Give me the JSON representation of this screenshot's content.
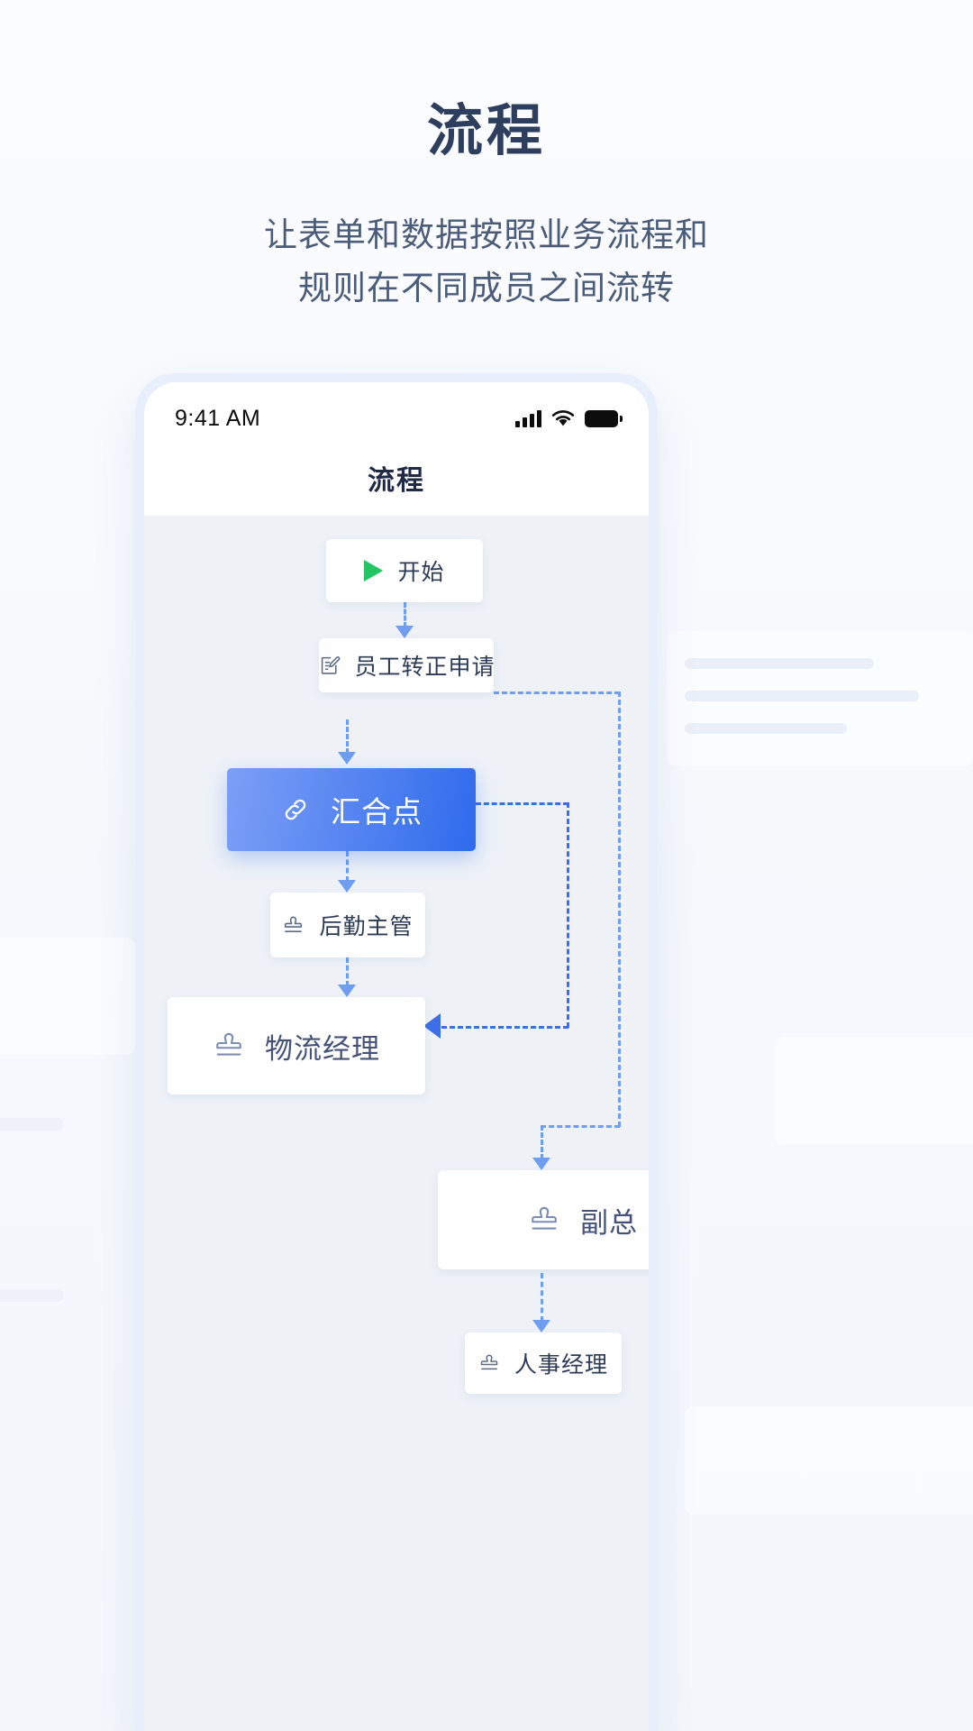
{
  "hero": {
    "title": "流程",
    "subtitle_line1": "让表单和数据按照业务流程和",
    "subtitle_line2": "规则在不同成员之间流转"
  },
  "phone": {
    "statusbar": {
      "time": "9:41 AM",
      "signal_icon": "signal-bars-icon",
      "wifi_icon": "wifi-icon",
      "battery_icon": "battery-full-icon"
    },
    "navbar": {
      "title": "流程"
    }
  },
  "flow": {
    "nodes": [
      {
        "id": "start",
        "label": "开始",
        "icon": "play-icon",
        "type": "start"
      },
      {
        "id": "form",
        "label": "员工转正申请",
        "icon": "form-edit-icon",
        "type": "form"
      },
      {
        "id": "merge",
        "label": "汇合点",
        "icon": "link-icon",
        "type": "merge"
      },
      {
        "id": "logistics_lead",
        "label": "后勤主管",
        "icon": "stamp-icon",
        "type": "approval"
      },
      {
        "id": "logistics_mgr",
        "label": "物流经理",
        "icon": "stamp-icon",
        "type": "approval"
      },
      {
        "id": "vp",
        "label": "副总",
        "icon": "stamp-icon",
        "type": "approval"
      },
      {
        "id": "hr_mgr",
        "label": "人事经理",
        "icon": "stamp-icon",
        "type": "approval"
      }
    ],
    "colors": {
      "accent": "#3d6ee8",
      "connector": "#6f9ef0",
      "merge_gradient_from": "#7c9ff6",
      "merge_gradient_to": "#2f6bec",
      "start_icon": "#22c562",
      "node_text": "#2b3a55",
      "title": "#2d3e5e"
    }
  }
}
